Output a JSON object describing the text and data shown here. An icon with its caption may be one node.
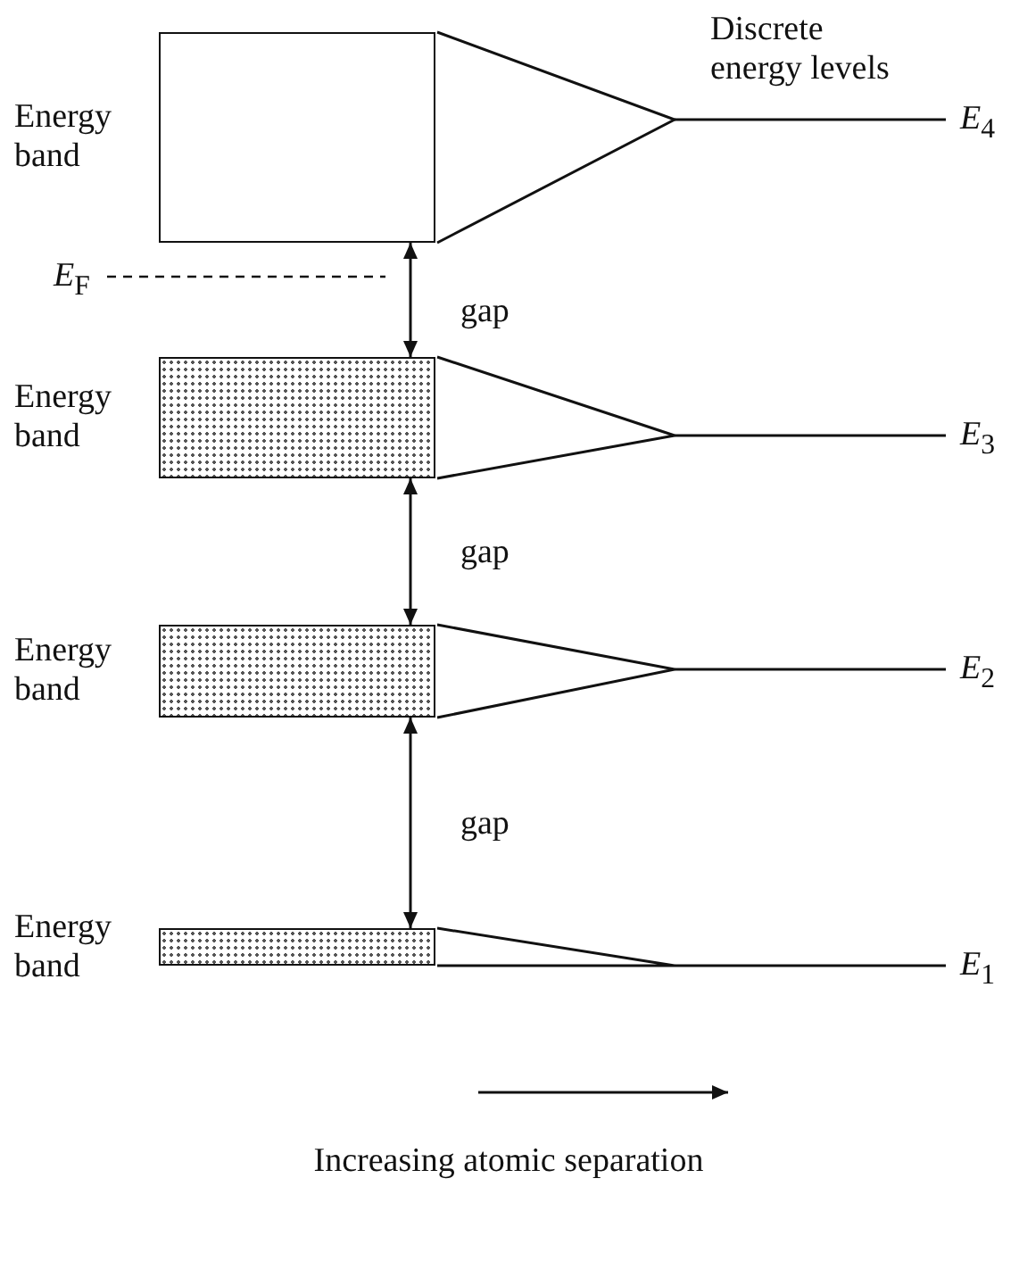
{
  "diagram": {
    "nodes": [
      {
        "text": [
          "Energy band"
        ]
      },
      {
        "text": [
          "Energy band"
        ]
      },
      {
        "text": [
          "Energy band"
        ]
      },
      {
        "text": [
          "Energy band"
        ]
      }
    ],
    "edges": [
      {
        "from": 0,
        "to": 1,
        "arrow": "both",
        "label": "gap"
      },
      {
        "from": 1,
        "to": 2,
        "arrow": "both",
        "label": "gap"
      },
      {
        "from": 2,
        "to": 3,
        "arrow": "both",
        "label": "gap"
      }
    ],
    "labels": [
      "Discrete energy levels",
      "*E*$_{4}$",
      "*E*$_{F}$",
      "*E*$_{3}$",
      "*E*$_{2}$",
      "*E*$_{1}$",
      "Increasing atomic separation"
    ]
  }
}
